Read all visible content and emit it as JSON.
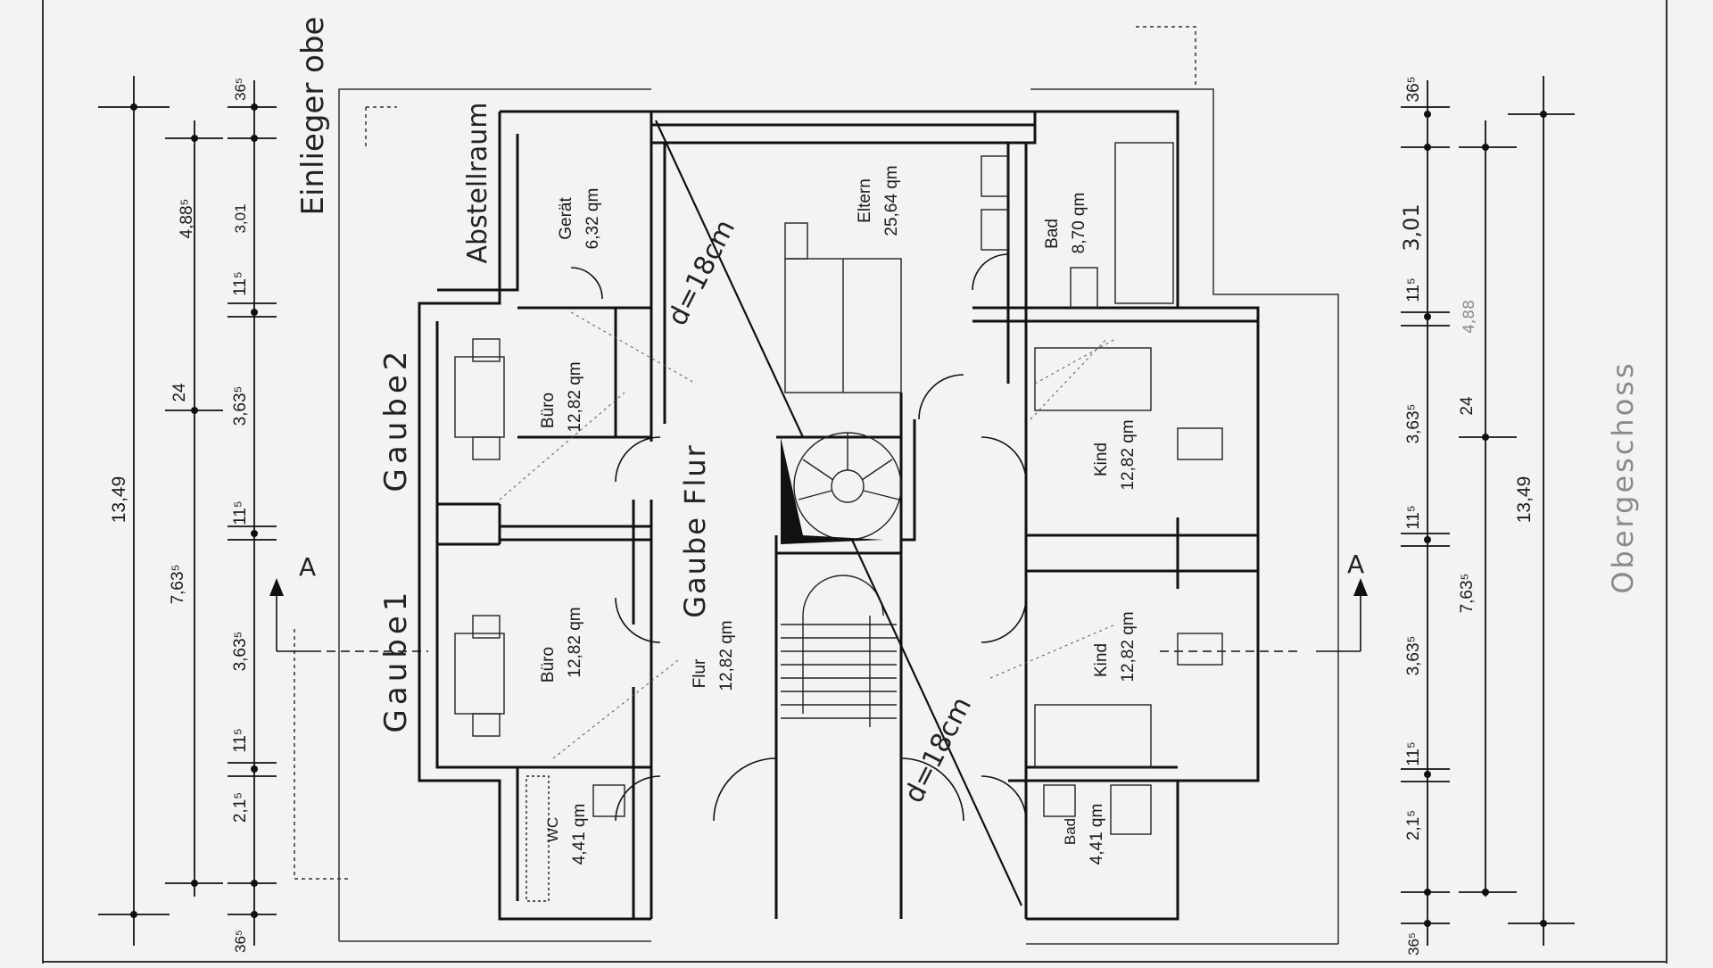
{
  "title": "Obergeschoss",
  "top_note": "Einlieger obe",
  "rooms": {
    "eltern": {
      "name": "Eltern",
      "area": "25,64 qm"
    },
    "bad_top": {
      "name": "Bad",
      "area": "8,70 qm"
    },
    "geraet": {
      "name": "Gerät",
      "area": "6,32 qm"
    },
    "buero1": {
      "name": "Büro",
      "area": "12,82 qm"
    },
    "buero2": {
      "name": "Büro",
      "area": "12,82 qm"
    },
    "kind1": {
      "name": "Kind",
      "area": "12,82 qm"
    },
    "kind2": {
      "name": "Kind",
      "area": "12,82 qm"
    },
    "flur": {
      "name": "Flur",
      "area": "12,82 qm"
    },
    "wc": {
      "name": "WC",
      "area": "4,41 qm"
    },
    "bad_bottom": {
      "name": "Bad",
      "area": "4,41 qm"
    }
  },
  "handwritten": {
    "abstellraum": "Abstellraum",
    "gaube1": "Gaube1",
    "gaube2": "Gaube2",
    "gaube_flur": "Gaube Flur",
    "diag1": "d=18cm",
    "diag2": "d=18cm",
    "r301": "3,01",
    "r488": "4,88",
    "section_a": "A"
  },
  "dims_left": {
    "total": "13,49",
    "d365_top": "36⁵",
    "d4885": "4,88⁵",
    "d301": "3,01",
    "d115a": "11⁵",
    "d24": "24",
    "d3635a": "3,63⁵",
    "d115b": "11⁵",
    "d7635": "7,63⁵",
    "d3635b": "3,63⁵",
    "d115c": "11⁵",
    "d215": "2,1⁵",
    "d365_bot": "36⁵"
  },
  "dims_right": {
    "total": "13,49",
    "d365_top": "36⁵",
    "d301": "3,01",
    "d115a": "11⁵",
    "d24": "24",
    "d3635a": "3,63⁵",
    "d115b": "11⁵",
    "d7635": "7,63⁵",
    "d3635b": "3,63⁵",
    "d115c": "11⁵",
    "d215": "2,1⁵",
    "d365_bot": "36⁵"
  }
}
